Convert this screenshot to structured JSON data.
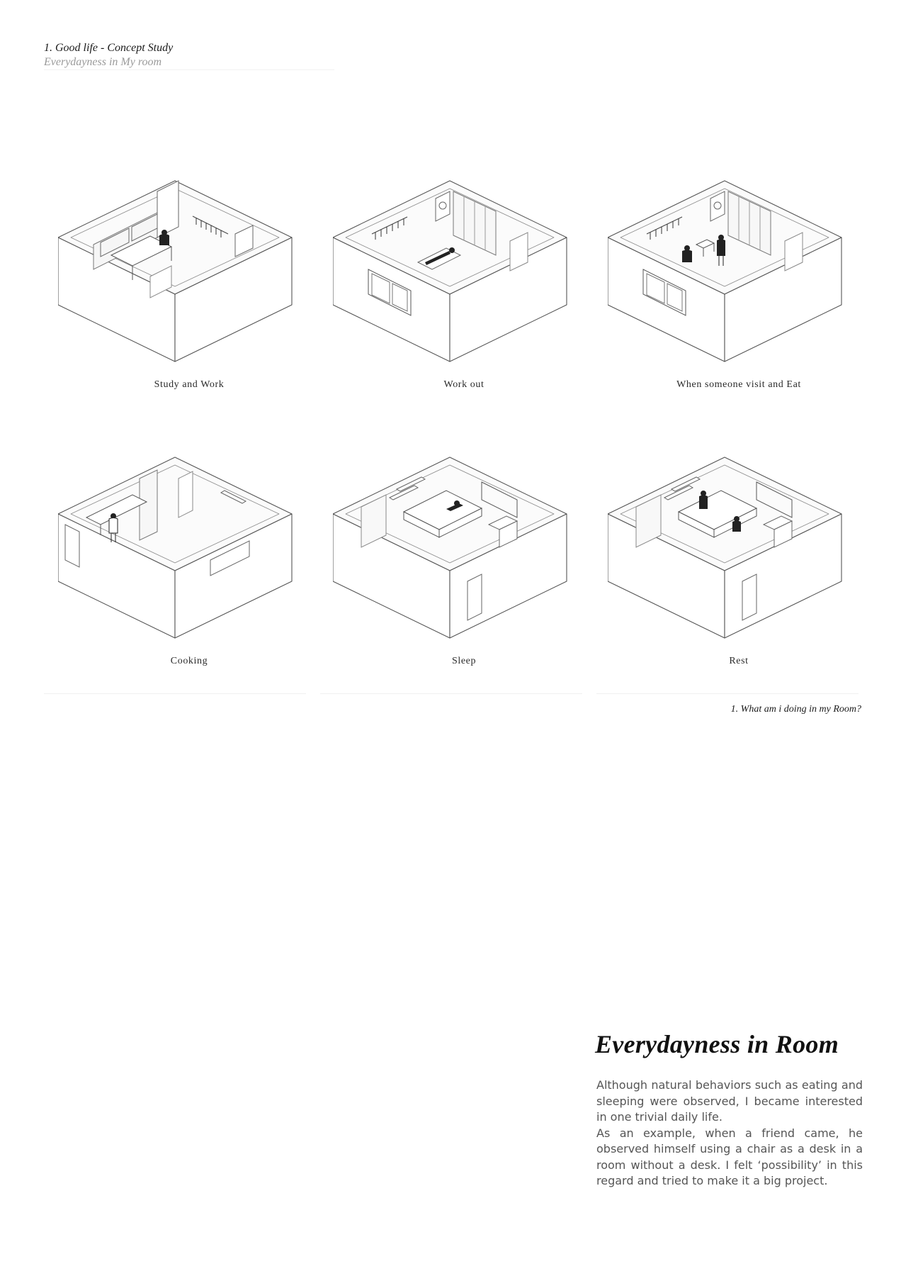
{
  "header": {
    "title": "1. Good life - Concept Study",
    "subtitle": "Everydayness in My room"
  },
  "scenes": [
    {
      "caption": "Study and Work"
    },
    {
      "caption": "Work out"
    },
    {
      "caption": "When someone visit and Eat"
    },
    {
      "caption": "Cooking"
    },
    {
      "caption": "Sleep"
    },
    {
      "caption": "Rest"
    }
  ],
  "figure_caption": "1. What am i doing in my Room?",
  "essay": {
    "title": "Everydayness in Room",
    "paragraph_1": "Although natural behaviors such as eating and sleeping were observed, I became interested in one trivial daily life.",
    "paragraph_2": "As an example, when a friend came, he observed himself using a chair as a desk in a room without a desk. I felt ‘possibility’ in this regard and tried to make it a big project."
  }
}
